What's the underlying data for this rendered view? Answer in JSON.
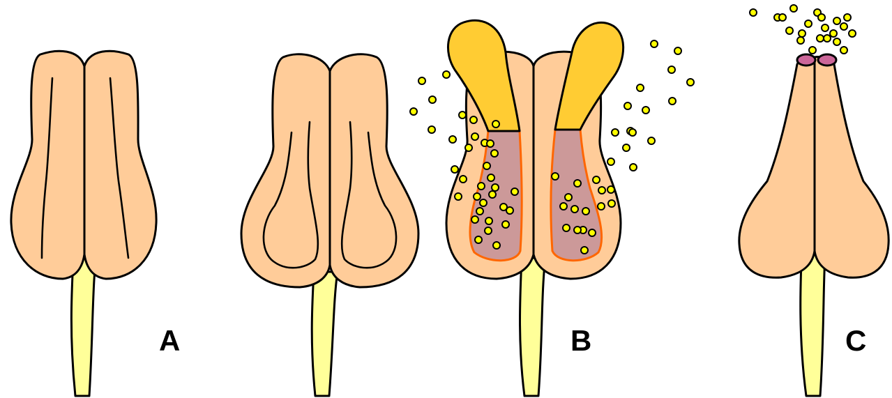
{
  "labels": {
    "a": "A",
    "b": "B",
    "c": "C"
  },
  "colors": {
    "background": "#ffffff",
    "anther": "#ffcc99",
    "filament": "#ffff99",
    "pollen_sac_open": "#cc9999",
    "sac_rim": "#ff6600",
    "valve_flap": "#ffcc33",
    "pollen_grain": "#ffff00",
    "pore": "#cc6699",
    "outline": "#000000"
  }
}
